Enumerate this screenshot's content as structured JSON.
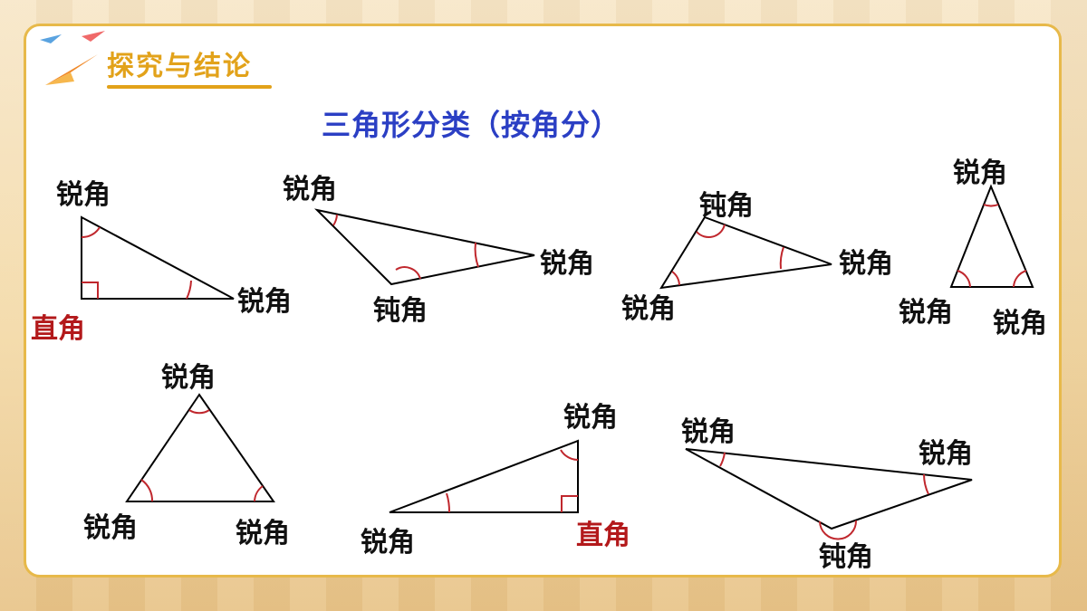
{
  "header": {
    "title": "探究与结论"
  },
  "main": {
    "title": "三角形分类（按角分）"
  },
  "labels": {
    "acute": "锐角",
    "obtuse": "钝角",
    "right": "直角"
  },
  "colors": {
    "accent": "#e2a21a",
    "title": "#2b3fc4",
    "right_label": "#b3191b",
    "border": "#e7b94a"
  }
}
